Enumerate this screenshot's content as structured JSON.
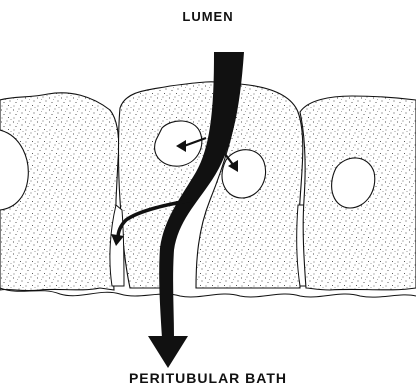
{
  "labels": {
    "top": "LUMEN",
    "bottom": "PERITUBULAR BATH"
  },
  "colors": {
    "ink": "#111111",
    "cell_fill": "#ffffff",
    "background": "#ffffff"
  },
  "structure": {
    "cells": [
      "left-partial-cell",
      "center-left-cell",
      "center-right-cell",
      "right-partial-cell"
    ],
    "flow": "transcellular and paracellular pathways from lumen to peritubular bath"
  }
}
